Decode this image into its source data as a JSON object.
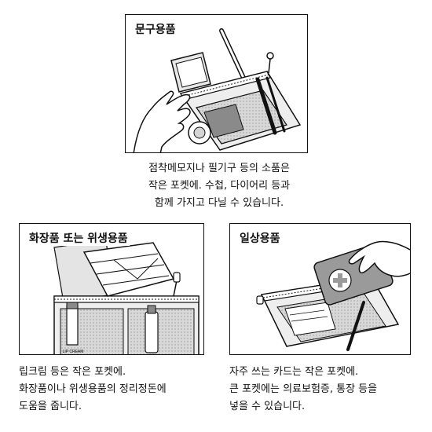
{
  "panels": {
    "stationery": {
      "title": "문구용품",
      "caption": [
        "점착메모지나 필기구 등의 소품은",
        "작은 포켓에. 수첩, 다이어리 등과",
        "함께 가지고 다닐 수 있습니다."
      ]
    },
    "cosmetics": {
      "title": "화장품 또는 위생용품",
      "product_label": "LIP CREAM",
      "caption": [
        "립크림 등은 작은 포켓에.",
        "화장품이나 위생용품의 정리정돈에",
        "도움을 줍니다."
      ]
    },
    "daily": {
      "title": "일상용품",
      "caption": [
        "자주 쓰는 카드는 작은 포켓에.",
        "큰 포켓에는 의료보험증, 통장 등을",
        "넣을 수 있습니다."
      ]
    }
  },
  "colors": {
    "ink": "#111111",
    "pocket_gray": "#d4d4d4",
    "dark_gray": "#8a8a8a",
    "paper": "#ffffff"
  }
}
